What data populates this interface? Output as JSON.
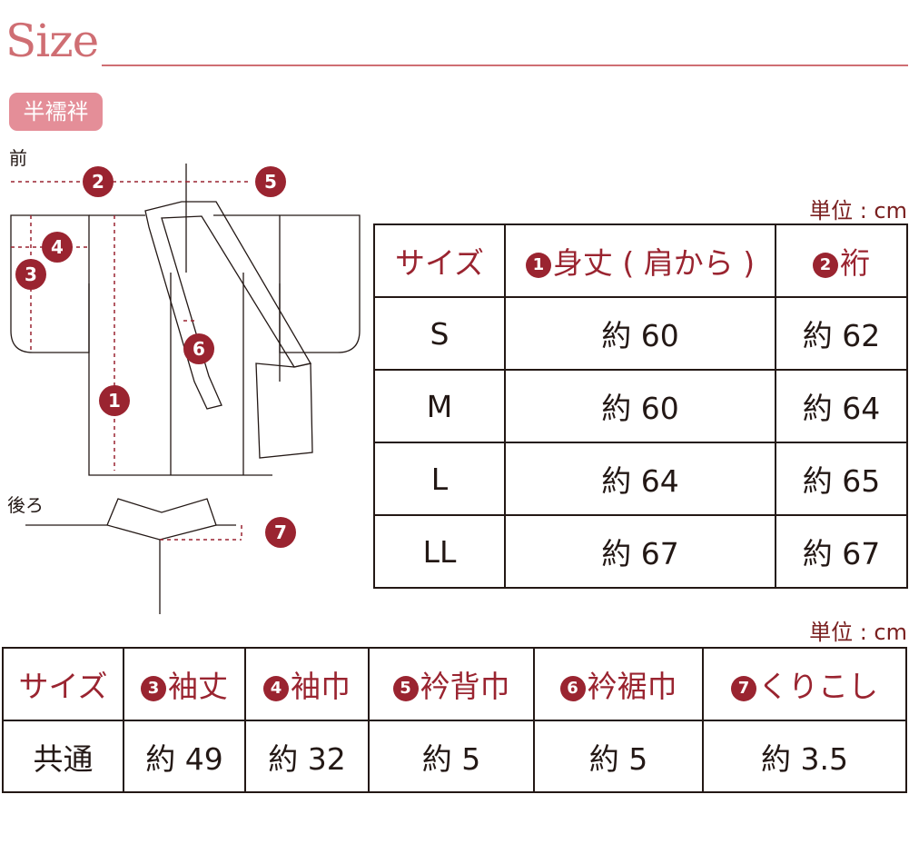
{
  "title": "Size",
  "badge": "半襦袢",
  "diagram": {
    "front_label": "前",
    "back_label": "後ろ",
    "markers": [
      "1",
      "2",
      "3",
      "4",
      "5",
      "6",
      "7"
    ]
  },
  "unit": "単位 : cm",
  "table1": {
    "headers": {
      "size": "サイズ",
      "length_num": "1",
      "length": "身丈 ( 肩から )",
      "yuki_num": "2",
      "yuki": "裄"
    },
    "rows": [
      {
        "size": "S",
        "length": "約 60",
        "yuki": "約 62"
      },
      {
        "size": "M",
        "length": "約 60",
        "yuki": "約 64"
      },
      {
        "size": "L",
        "length": "約 64",
        "yuki": "約 65"
      },
      {
        "size": "LL",
        "length": "約 67",
        "yuki": "約 67"
      }
    ]
  },
  "table2": {
    "headers": [
      {
        "num": "",
        "label": "サイズ"
      },
      {
        "num": "3",
        "label": "袖丈"
      },
      {
        "num": "4",
        "label": "袖巾"
      },
      {
        "num": "5",
        "label": "衿背巾"
      },
      {
        "num": "6",
        "label": "衿裾巾"
      },
      {
        "num": "7",
        "label": "くりこし"
      }
    ],
    "row": [
      "共通",
      "約 49",
      "約 32",
      "約 5",
      "約 5",
      "約 3.5"
    ]
  },
  "colors": {
    "accent": "#cf6e73",
    "badge": "#e48e98",
    "marker": "#9a2430",
    "unit": "#7a2020"
  }
}
